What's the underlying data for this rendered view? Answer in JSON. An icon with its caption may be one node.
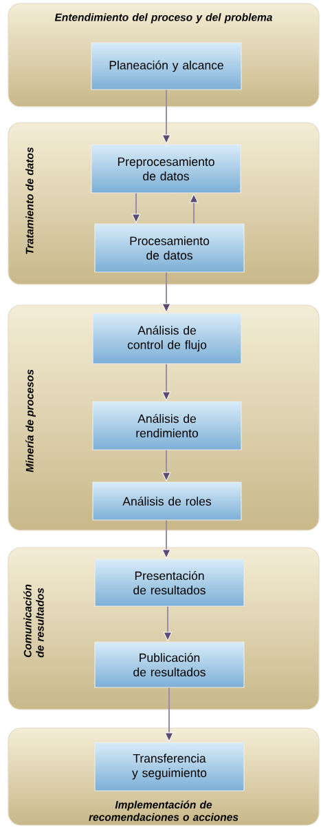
{
  "diagram": {
    "nodes": [
      {
        "text": [
          "Entendimiento del proceso y del problema"
        ]
      },
      {
        "text": [
          "Planeación y alcance"
        ],
        "in": 0
      },
      {
        "text": [
          "Tratamiento de datos"
        ]
      },
      {
        "text": [
          "Preprocesamiento de datos"
        ],
        "in": 2
      },
      {
        "text": [
          "Procesamiento de datos"
        ],
        "in": 2
      },
      {
        "text": [
          "Minería de procesos"
        ]
      },
      {
        "text": [
          "Análisis de control de flujo"
        ],
        "in": 5
      },
      {
        "text": [
          "Análisis de rendimiento"
        ],
        "in": 5
      },
      {
        "text": [
          "Análisis de roles"
        ],
        "in": 5
      },
      {
        "text": [
          "Comunicación de resultados"
        ]
      },
      {
        "text": [
          "Presentación de resultados"
        ],
        "in": 9
      },
      {
        "text": [
          "Publicación de resultados"
        ],
        "in": 9
      },
      {
        "text": [
          "Implementación de recomendaciones o acciones"
        ]
      },
      {
        "text": [
          "Transferencia y seguimiento"
        ],
        "in": 12
      }
    ],
    "edges": [
      {
        "from": 1,
        "to": 3,
        "arrow": "to"
      },
      {
        "from": 3,
        "to": 4,
        "arrow": "to"
      },
      {
        "from": 4,
        "to": 3,
        "arrow": "to"
      },
      {
        "from": 4,
        "to": 6,
        "arrow": "to"
      },
      {
        "from": 6,
        "to": 7,
        "arrow": "to"
      },
      {
        "from": 7,
        "to": 8,
        "arrow": "to"
      },
      {
        "from": 8,
        "to": 10,
        "arrow": "to"
      },
      {
        "from": 10,
        "to": 11,
        "arrow": "to"
      },
      {
        "from": 11,
        "to": 13,
        "arrow": "to"
      }
    ]
  }
}
